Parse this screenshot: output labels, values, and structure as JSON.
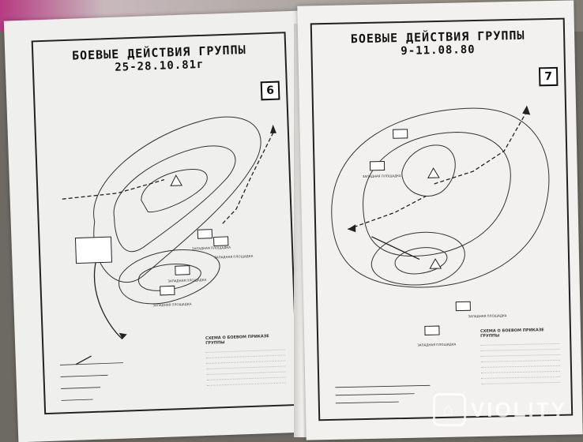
{
  "left_page": {
    "title_line1": "БОЕВЫЕ ДЕЙСТВИЯ ГРУППЫ",
    "title_line2": "25-28.10.81г",
    "page_number": "6",
    "legend_title": "СХЕМА О БОЕВОМ ПРИКАЗЕ ГРУППЫ",
    "legend_rows": [
      "",
      "",
      "",
      "",
      "",
      "",
      ""
    ],
    "map_labels": [
      "ЗАПАДНАЯ ПЛОЩАДКА",
      "ЗАПАДНАЯ ПЛОЩАДКА",
      "ЗАПАДНАЯ ПЛОЩАДКА",
      "ЗАПАДНАЯ ПЛОЩАДКА"
    ],
    "note_bottom": ""
  },
  "right_page": {
    "title_line1": "БОЕВЫЕ ДЕЙСТВИЯ ГРУППЫ",
    "title_line2": "9-11.08.80",
    "page_number": "7",
    "legend_title": "СХЕМА О БОЕВОМ ПРИКАЗЕ ГРУППЫ",
    "legend_rows": [
      "",
      "",
      "",
      "",
      "",
      "",
      "",
      ""
    ],
    "map_labels": [
      "ЗАПАДНАЯ ПЛОЩАДКА",
      "ЗАПАДНАЯ ПЛОЩАДКА",
      "ЗАПАДНАЯ ПЛОЩАДКА"
    ],
    "note_bottom": ""
  },
  "watermark": {
    "text": "VIOLITY",
    "icon": "violity-logo-icon"
  },
  "colors": {
    "paper": "#efefed",
    "ink": "#111111",
    "background": "#6d6a63"
  }
}
